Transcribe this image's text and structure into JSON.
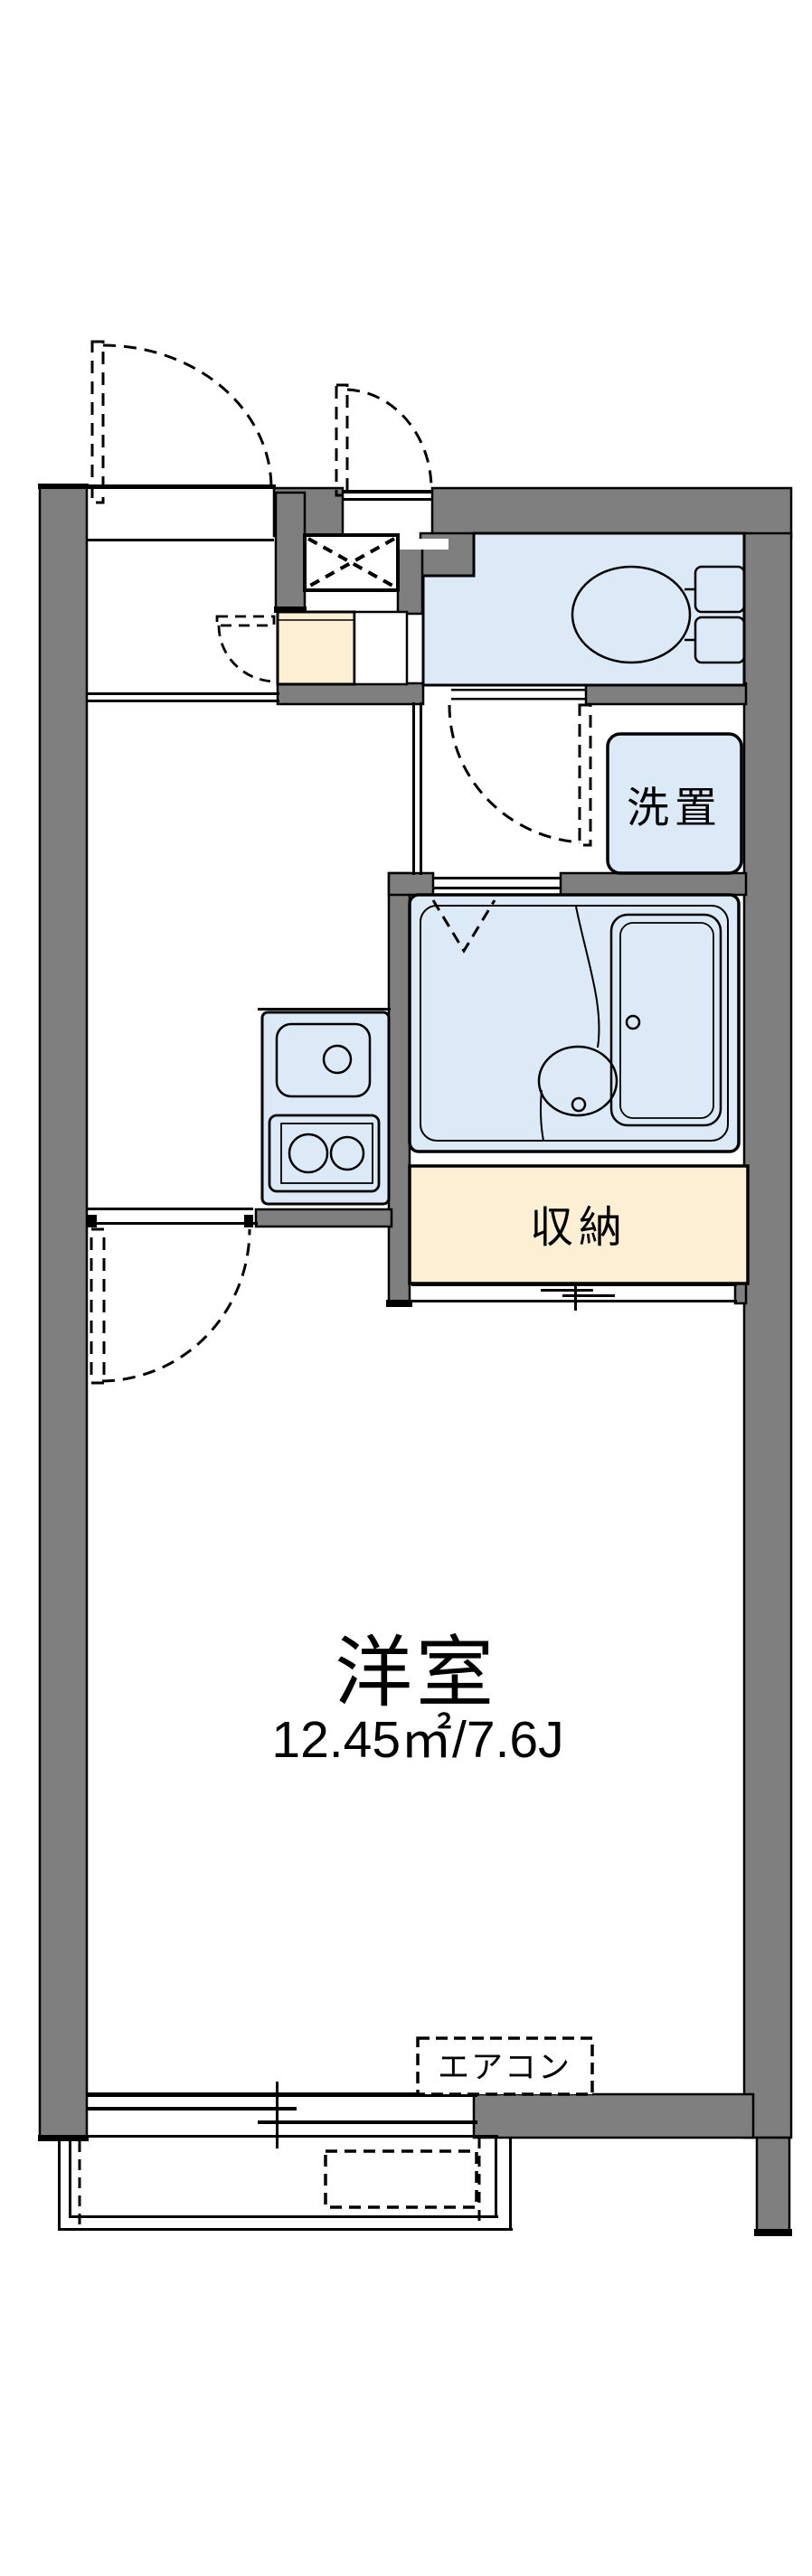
{
  "document_type": "japanese-apartment-floor-plan",
  "labels": {
    "room": "洋室",
    "area": "12.45㎡/7.6J",
    "closet": "収納",
    "laundry": "洗置",
    "aircon": "エアコン"
  },
  "colors": {
    "wall": "#7f7f7f",
    "water_fixture_fill": "#dce9f7",
    "storage_fill": "#fcefd4",
    "outline": "#000000",
    "background": "#ffffff"
  },
  "fixtures": [
    "toilet-icon",
    "bathtub-icon",
    "washbasin-icon",
    "kitchen-sink-icon",
    "gas-stove-icon",
    "washing-machine-space",
    "shoe-cabinet",
    "pipe-space-x-box",
    "entrance-door-swing",
    "interior-door-swing",
    "toilet-door-swing",
    "bath-folding-door",
    "closet-sliding-door",
    "sliding-window",
    "balcony",
    "aircon-position"
  ]
}
